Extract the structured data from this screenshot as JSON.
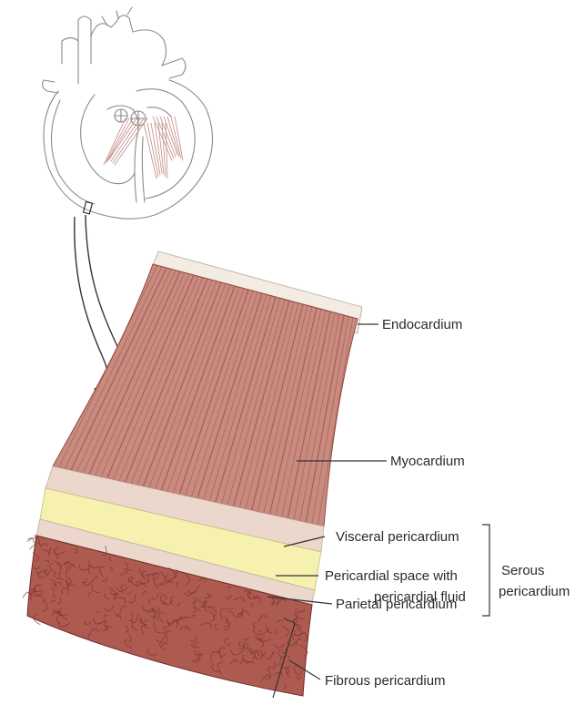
{
  "figure": {
    "labels": {
      "endocardium": "Endocardium",
      "myocardium": "Myocardium",
      "visceral_pericardium": "Visceral pericardium",
      "pericardial_space_line1": "Pericardial space with",
      "pericardial_space_line2": "pericardial fluid",
      "parietal_pericardium": "Parietal pericardium",
      "fibrous_pericardium": "Fibrous pericardium",
      "serous_line1": "Serous",
      "serous_line2": "pericardium"
    },
    "colors": {
      "myocardium": "#c98a80",
      "muscle_stripe": "#9e5448",
      "endocardium": "#f3ece2",
      "serous_layer": "#ecd7cc",
      "pericardial_fluid": "#f6f1ae",
      "fibrous": "#ad5a50",
      "fibrous_mesh": "#7a3230",
      "heart_outline": "#8a8a8a",
      "heart_muscle_lines": "#c08a86"
    }
  }
}
